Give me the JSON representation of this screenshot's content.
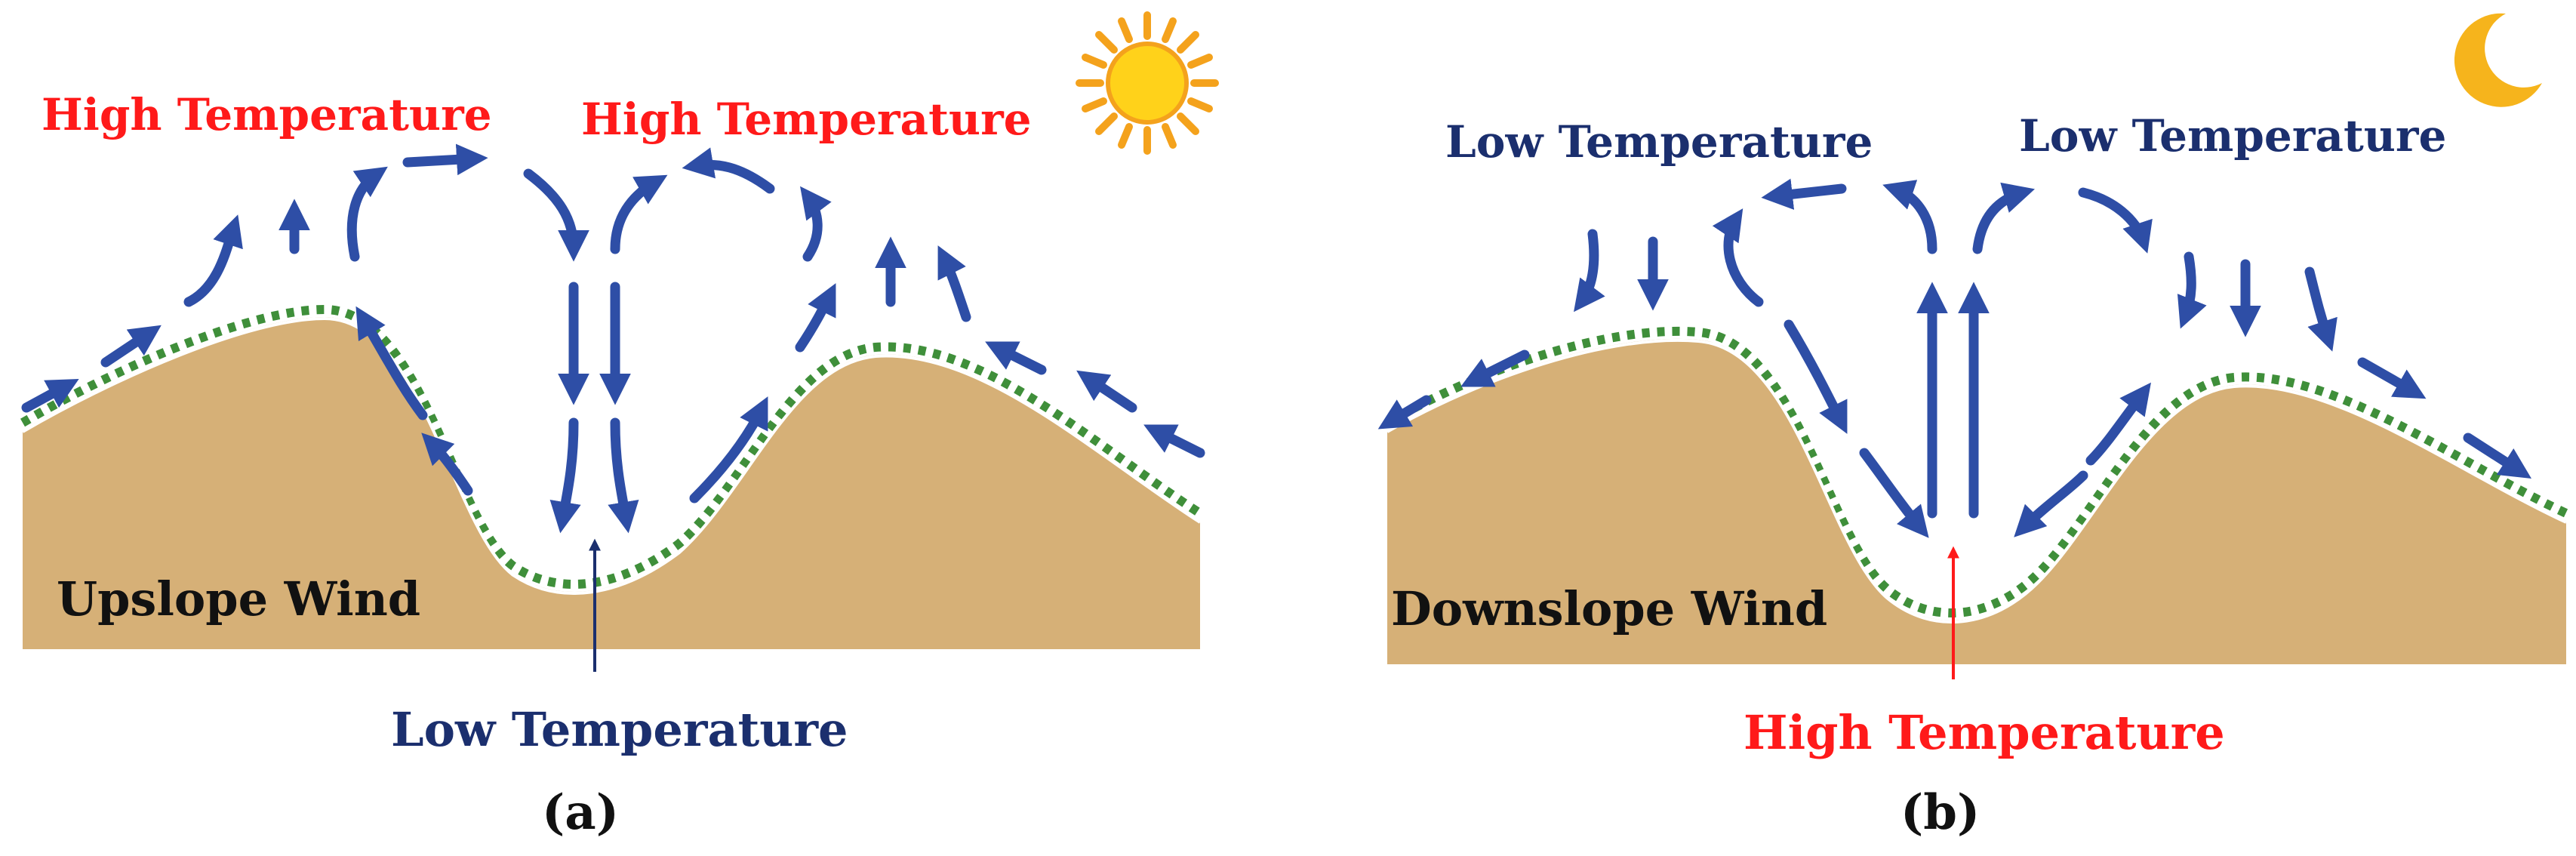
{
  "panels": [
    {
      "id": "a",
      "top_left_label": "High Temperature",
      "top_right_label": "High Temperature",
      "wind_label": "Upslope Wind",
      "bottom_label": "Low Temperature",
      "caption": "(a)",
      "sky_icon": "sun-icon"
    },
    {
      "id": "b",
      "top_left_label": "Low Temperature",
      "top_right_label": "Low Temperature",
      "wind_label": "Downslope Wind",
      "bottom_label": "High Temperature",
      "caption": "(b)",
      "sky_icon": "moon-icon"
    }
  ],
  "colors": {
    "hot_text": "#ff1a1a",
    "cold_text": "#1b2f6e",
    "ground": "#d6b077",
    "trees": "#3f8f3a",
    "arrows": "#2e4ea6",
    "sun": "#ffd21a",
    "sun_rays": "#f4a21c",
    "moon": "#f6b41c"
  }
}
